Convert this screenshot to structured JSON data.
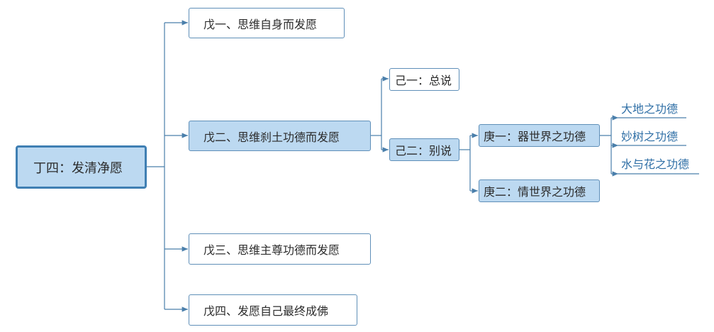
{
  "root": {
    "label": "丁四：发清净愿"
  },
  "level1": [
    {
      "label": "戊一、思维自身而发愿"
    },
    {
      "label": "戊二、思维刹土功德而发愿"
    },
    {
      "label": "戊三、思维主尊功德而发愿"
    },
    {
      "label": "戊四、发愿自己最终成佛"
    }
  ],
  "level2": [
    {
      "label": "己一：总说"
    },
    {
      "label": "己二：别说"
    }
  ],
  "level3": [
    {
      "label": "庚一：器世界之功德"
    },
    {
      "label": "庚二：情世界之功德"
    }
  ],
  "level4": [
    {
      "label": "大地之功德"
    },
    {
      "label": "妙树之功德"
    },
    {
      "label": "水与花之功德"
    }
  ],
  "colors": {
    "connector": "#4a7fab",
    "node_fill": "#bcd9f1",
    "node_border": "#5f8fb8",
    "leaf_text": "#2f6fa6"
  }
}
